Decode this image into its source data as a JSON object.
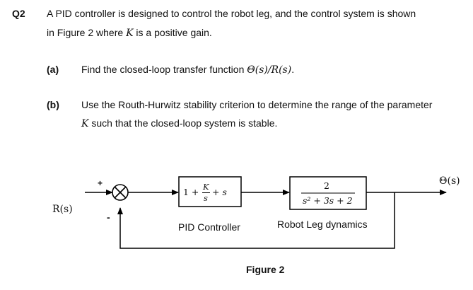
{
  "question": {
    "number": "Q2",
    "intro_line1": "A PID controller is designed to control the robot leg, and the control system is shown",
    "intro_line2_pre": "in Figure 2 where ",
    "intro_line2_var": "K",
    "intro_line2_post": " is a positive gain."
  },
  "part_a": {
    "label": "(a)",
    "text": "Find the closed-loop transfer function ",
    "math": "Θ(s)/R(s)",
    "end": "."
  },
  "part_b": {
    "label": "(b)",
    "line1": "Use the Routh-Hurwitz stability criterion to determine the range of the parameter",
    "line2_var": "K",
    "line2_rest": " such that the closed-loop system is stable."
  },
  "diagram": {
    "input": "R(s)",
    "output": "Θ(s)",
    "plus_sign": "+",
    "minus_sign": "-",
    "pid_block": {
      "numerator": "K",
      "prefix": "1 +",
      "denominator": "s",
      "suffix": "+ s",
      "label": "PID Controller"
    },
    "plant_block": {
      "numerator": "2",
      "denominator": "s² + 3s + 2",
      "label": "Robot Leg dynamics"
    },
    "caption": "Figure 2"
  }
}
